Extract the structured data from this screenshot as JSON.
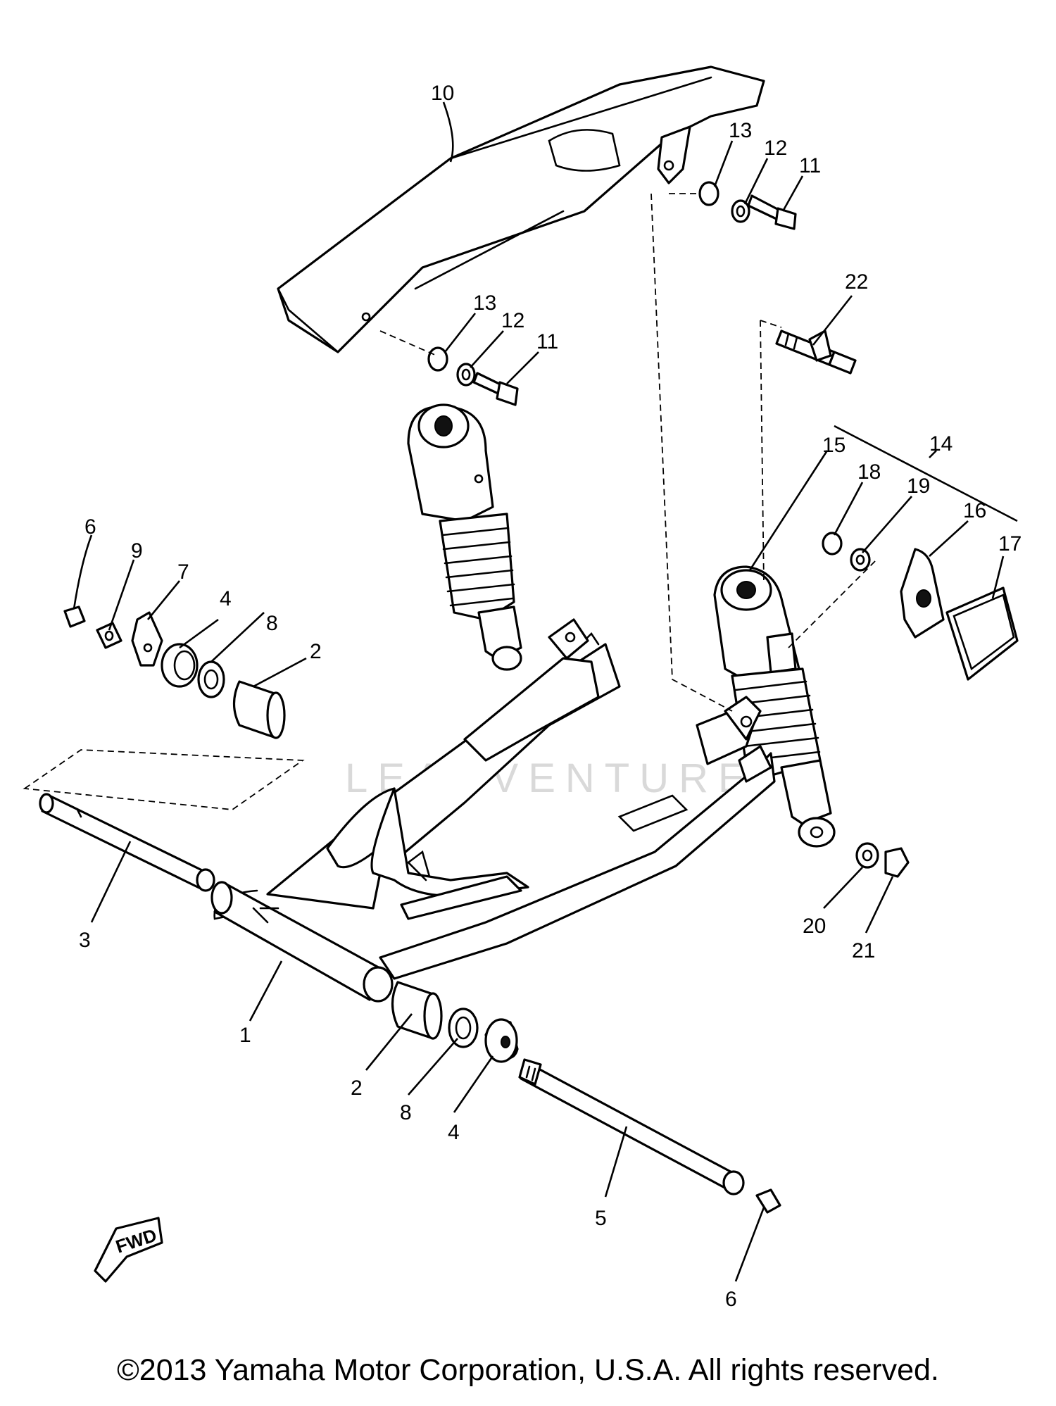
{
  "diagram": {
    "callouts": [
      {
        "id": "c10",
        "text": "10"
      },
      {
        "id": "c13a",
        "text": "13"
      },
      {
        "id": "c12a",
        "text": "12"
      },
      {
        "id": "c11a",
        "text": "11"
      },
      {
        "id": "c13b",
        "text": "13"
      },
      {
        "id": "c12b",
        "text": "12"
      },
      {
        "id": "c11b",
        "text": "11"
      },
      {
        "id": "c22",
        "text": "22"
      },
      {
        "id": "c14",
        "text": "14"
      },
      {
        "id": "c15",
        "text": "15"
      },
      {
        "id": "c18",
        "text": "18"
      },
      {
        "id": "c19",
        "text": "19"
      },
      {
        "id": "c16",
        "text": "16"
      },
      {
        "id": "c17",
        "text": "17"
      },
      {
        "id": "c6a",
        "text": "6"
      },
      {
        "id": "c9",
        "text": "9"
      },
      {
        "id": "c7",
        "text": "7"
      },
      {
        "id": "c4a",
        "text": "4"
      },
      {
        "id": "c8a",
        "text": "8"
      },
      {
        "id": "c2a",
        "text": "2"
      },
      {
        "id": "c3",
        "text": "3"
      },
      {
        "id": "c1",
        "text": "1"
      },
      {
        "id": "c2b",
        "text": "2"
      },
      {
        "id": "c8b",
        "text": "8"
      },
      {
        "id": "c4b",
        "text": "4"
      },
      {
        "id": "c5",
        "text": "5"
      },
      {
        "id": "c6b",
        "text": "6"
      },
      {
        "id": "c20",
        "text": "20"
      },
      {
        "id": "c21",
        "text": "21"
      }
    ],
    "fwd_label": "FWD",
    "watermark": "LEADVENTURE"
  },
  "copyright": "©2013 Yamaha Motor Corporation, U.S.A. All rights reserved."
}
